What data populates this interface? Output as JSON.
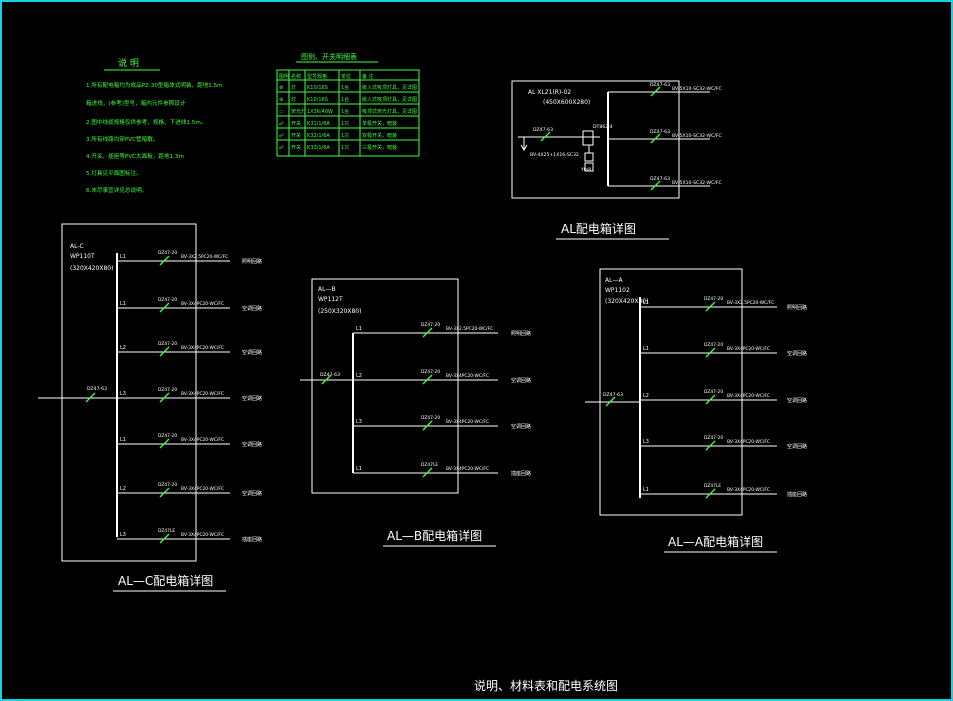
{
  "notes": {
    "title": "说  明",
    "items": [
      "1.所有配电箱均为成品PZ-30型箱体式明装，距地1.5m",
      "  箱进线，(参考)型号，箱内元件参照设计",
      "2.图中线缆规格仅供参考，规格、下进线1.5m。",
      "3.所有线路均穿PVC管暗敷。",
      "4.开关、插座等PVC大面板，距地1.3m",
      "5.灯具见平面图标注。",
      "6.未尽事宜详见总说明。"
    ]
  },
  "legend_table": {
    "title": "图例、开关明细表",
    "headers": [
      "图例",
      "名称",
      "型号规格",
      "单位",
      "备  注"
    ],
    "rows": [
      [
        "⊗",
        "灯",
        "K10/16S",
        "1台",
        "嵌入式吸顶灯具，见详图"
      ],
      [
        "⊕",
        "灯",
        "K10/16S",
        "1台",
        "嵌入式吸顶灯具，见详图"
      ],
      [
        "▭",
        "荧光灯",
        "1X36/40W",
        "1台",
        "吸顶式荧光灯具，见详图"
      ],
      [
        "☍",
        "开关",
        "K31/1/6A",
        "1只",
        "单极开关，暗装"
      ],
      [
        "☍",
        "开关",
        "K32/1/6A",
        "1只",
        "双极开关，暗装"
      ],
      [
        "☍",
        "开关",
        "K33/1/6A",
        "1只",
        "三极开关，暗装"
      ]
    ]
  },
  "panel_al": {
    "header_l1": "AL  XL21(R)-02",
    "header_l2": "(450X600X280)",
    "incoming_breaker": "DZ47-63",
    "incoming_cable": "BV-4X25+1X16-SC32",
    "meter_label": "DT862-4",
    "ground_label": "Y0/8",
    "outgoing": [
      {
        "breaker": "DZ47-63",
        "cable": "BV-5X10-SC32-WC/FC"
      },
      {
        "breaker": "DZ47-63",
        "cable": "BV-5X10-SC32-WC/FC"
      },
      {
        "breaker": "DZ47-63",
        "cable": "BV-5X10-SC32-WC/FC"
      }
    ],
    "caption": "AL配电箱详图"
  },
  "panel_alc": {
    "header_l1": "AL-C",
    "header_l2": "WP110T",
    "header_l3": "(320X420X80)",
    "main_breaker": "DZ47-63",
    "circuits": [
      {
        "phase": "L1",
        "breaker": "DZ47-20",
        "cable": "BV-3X2.5PC20-WC/FC",
        "load": "照明回路"
      },
      {
        "phase": "L1",
        "breaker": "DZ47-20",
        "cable": "BV-3X4PC20-WC/FC",
        "load": "空调回路"
      },
      {
        "phase": "L2",
        "breaker": "DZ47-20",
        "cable": "BV-3X4PC20-WC/FC",
        "load": "空调回路"
      },
      {
        "phase": "L3",
        "breaker": "DZ47-20",
        "cable": "BV-3X4PC20-WC/FC",
        "load": "空调回路"
      },
      {
        "phase": "L1",
        "breaker": "DZ47-20",
        "cable": "BV-3X4PC20-WC/FC",
        "load": "空调回路"
      },
      {
        "phase": "L2",
        "breaker": "DZ47-20",
        "cable": "BV-3X4PC20-WC/FC",
        "load": "空调回路"
      },
      {
        "phase": "L3",
        "breaker": "DZ47LE",
        "cable": "BV-3X4PC20-WC/FC",
        "load": "插座回路"
      }
    ],
    "caption": "AL—C配电箱详图"
  },
  "panel_alb": {
    "header_l1": "AL—B",
    "header_l2": "WP112T",
    "header_l3": "(250X320X80)",
    "main_breaker": "DZ47-63",
    "circuits": [
      {
        "phase": "L1",
        "breaker": "DZ47-20",
        "cable": "BV-3X2.5PC20-WC/FC",
        "load": "照明回路"
      },
      {
        "phase": "L2",
        "breaker": "DZ47-20",
        "cable": "BV-3X4PC20-WC/FC",
        "load": "空调回路"
      },
      {
        "phase": "L3",
        "breaker": "DZ47-20",
        "cable": "BV-3X4PC20-WC/FC",
        "load": "空调回路"
      },
      {
        "phase": "L1",
        "breaker": "DZ47LE",
        "cable": "BV-3X4PC20-WC/FC",
        "load": "插座回路"
      }
    ],
    "caption": "AL—B配电箱详图"
  },
  "panel_ala": {
    "header_l1": "AL—A",
    "header_l2": "WP1102",
    "header_l3": "(320X420X80)",
    "main_breaker": "DZ47-63",
    "circuits": [
      {
        "phase": "L1",
        "breaker": "DZ47-20",
        "cable": "BV-3X2.5PC20-WC/FC",
        "load": "照明回路"
      },
      {
        "phase": "L1",
        "breaker": "DZ47-20",
        "cable": "BV-3X4PC20-WC/FC",
        "load": "空调回路"
      },
      {
        "phase": "L2",
        "breaker": "DZ47-20",
        "cable": "BV-3X4PC20-WC/FC",
        "load": "空调回路"
      },
      {
        "phase": "L3",
        "breaker": "DZ47-20",
        "cable": "BV-3X4PC20-WC/FC",
        "load": "空调回路"
      },
      {
        "phase": "L1",
        "breaker": "DZ47LE",
        "cable": "BV-3X4PC20-WC/FC",
        "load": "插座回路"
      }
    ],
    "caption": "AL—A配电箱详图"
  },
  "sheet_title": "说明、材料表和配电系统图"
}
